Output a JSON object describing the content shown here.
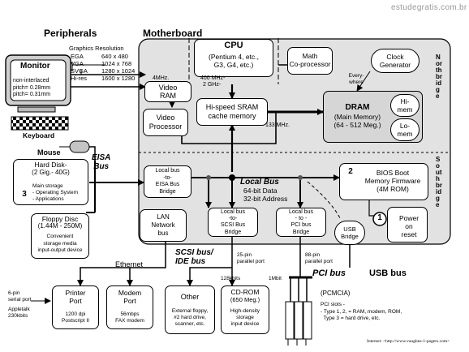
{
  "watermark": "estudegratis.com.br",
  "footer": "Internet: <http://www.vaughns-1-pagers.com>",
  "headings": {
    "peripherals": "Peripherals",
    "motherboard": "Motherboard"
  },
  "vertical_labels": {
    "northbridge": "Northbridge",
    "southbridge": "Southbridge"
  },
  "graphics": {
    "title": "Graphics Resolution",
    "rows": [
      {
        "mode": "EGA",
        "res": "640 x 480"
      },
      {
        "mode": "VGA",
        "res": "1024 x 768"
      },
      {
        "mode": "SVGA",
        "res": "1280 x 1024"
      },
      {
        "mode": "Hi-res",
        "res": "1600 x 1280"
      }
    ]
  },
  "monitor": {
    "title": "Monitor",
    "line1": "non-interlaced",
    "line2": "pitch= 0.28mm",
    "line3": "pitch= 0.31mm"
  },
  "keyboard": "Keyboard",
  "mouse": "Mouse",
  "eisa_bus": "EISA\nBus",
  "hard_disk": {
    "title": "Hard Disk-",
    "size": "(2 Gig.- 40G)",
    "desc": "Main storage\n- Operating System\n- Applications",
    "num": "3"
  },
  "floppy": {
    "title": "Floppy Disc",
    "size": "(1.44M - 250M)",
    "desc": "Convenient\nstorage media\ninput-output device"
  },
  "cpu": {
    "title": "CPU",
    "sub": "(Pentium 4, etc.,\nG3, G4, etc.)"
  },
  "math": "Math\nCo-processor",
  "clock": "Clock\nGenerator",
  "everywhere": "Every-\nwhere",
  "freq": {
    "mhz400": "400 MHz-",
    "ghz2": "2 GHz-",
    "mhz4": "4MHz.",
    "mhz133": "133 MHz."
  },
  "video_ram": "Video\nRAM",
  "video_processor": "Video\nProcessor",
  "sram": "Hi-speed SRAM\ncache memory",
  "dram": {
    "title": "DRAM",
    "sub": "(Main Memory)\n(64 - 512 Meg.)",
    "himem": "Hi-\nmem",
    "lomem": "Lo-\nmem"
  },
  "local_eisa": "Local bus\n-to-\nEISA Bus\nBridge",
  "local_bus": {
    "title": "Local Bus",
    "line1": "64-bit Data",
    "line2": "32-bit Address"
  },
  "bios": {
    "title": "BIOS Boot\nMemory Firmware\n(4M ROM)",
    "num": "2"
  },
  "lan": "LAN\nNetwork\nbus",
  "scsi_bridge": "Local bus\n-to-\nSCSI Bus\nBridge",
  "pci_bridge": "Local bus\n- to -\nPCI bus\nBridge",
  "usb_bridge": "USB\nBridge",
  "power": {
    "title": "Power\non\nreset",
    "num": "1"
  },
  "ethernet": "Ethernet",
  "scsi_label": "SCSI bus/\nIDE bus",
  "pin25": "25-pin\nparallel port",
  "pin88": "88-pin\nparallel port",
  "kbits128": "128kbits",
  "mbit1": "1Mbit",
  "pci_bus": "PCI bus",
  "usb_bus": "USB bus",
  "serial": "6-pin\nserial port",
  "appletalk": "Appletalk\n230kbits",
  "printer": {
    "title": "Printer\nPort",
    "desc": "1200 dpi\nPostscript II"
  },
  "modem": {
    "title": "Modem\nPort",
    "desc": "56mbps\nFAX modem"
  },
  "other": {
    "title": "Other",
    "desc": "External floppy,\n#2 hard drive,\nscanner, etc."
  },
  "cdrom": {
    "title": "CD-ROM",
    "size": "(650 Meg.)",
    "desc": "High-density\nstorage\ninput device"
  },
  "pcmcia": {
    "title": "(PCMCIA)",
    "desc": "PCI slots -\n- Type 1, 2, = RAM, modem, ROM,\n  Type 3 = hard drive, etc."
  }
}
